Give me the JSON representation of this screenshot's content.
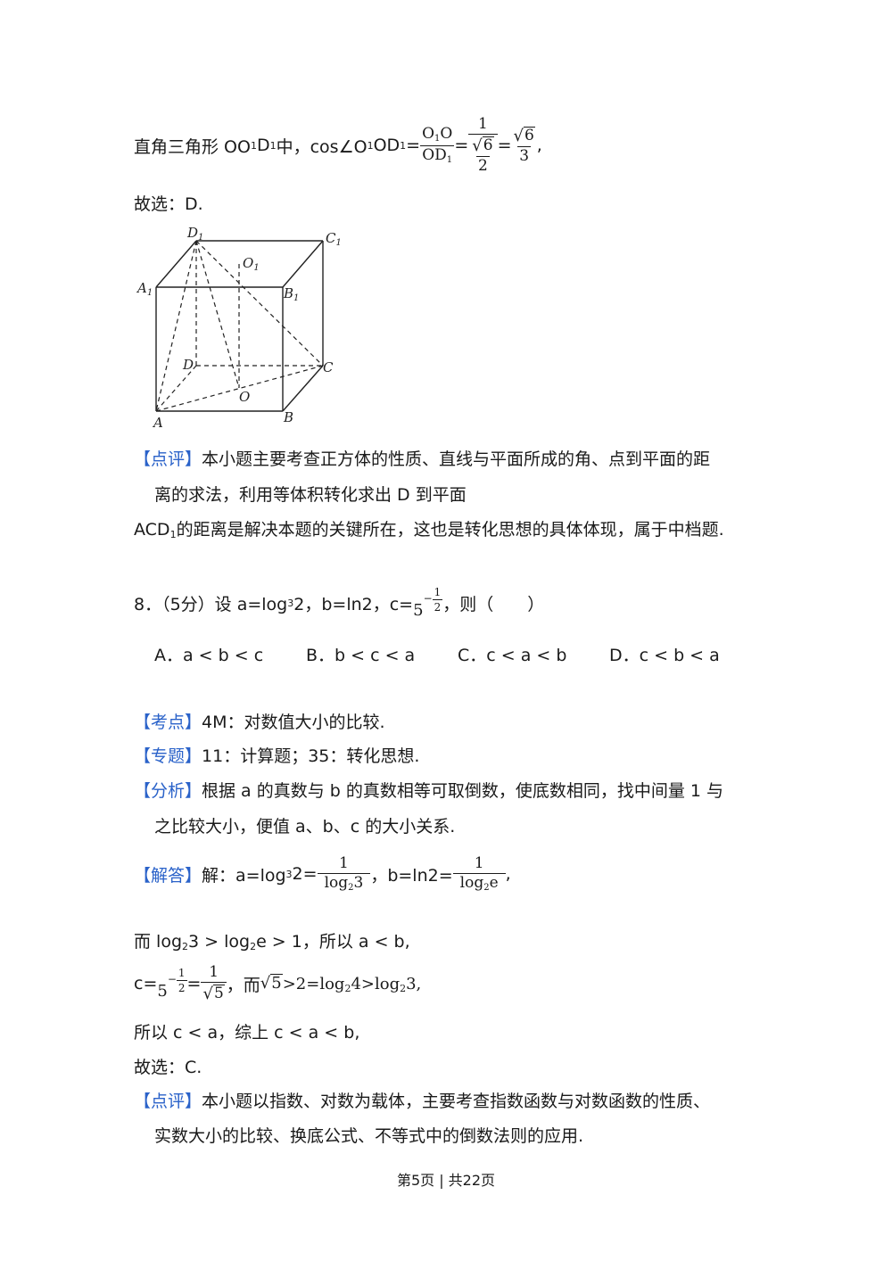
{
  "solution7": {
    "line1_prefix": "直角三角形 OO",
    "line1_sub1": "1",
    "line1_d": "D",
    "line1_sub2": "1",
    "line1_mid": " 中，cos∠O",
    "line1_sub3": "1",
    "line1_od": "OD",
    "line1_sub4": "1",
    "line1_eq": "=",
    "frac1_num": "O",
    "frac1_num_sub": "1",
    "frac1_num_tail": "O",
    "frac1_den": "OD",
    "frac1_den_sub": "1",
    "eq2": "=",
    "frac2_num": "1",
    "frac2_den_sqrt": "6",
    "frac2_den_den": "2",
    "eq3": "=",
    "frac3_num_sqrt": "6",
    "frac3_den": "3",
    "line1_end": ",",
    "choice": "故选：D."
  },
  "figure": {
    "labels": {
      "D1": "D",
      "C1": "C",
      "O1": "O",
      "A1": "A",
      "B1": "B",
      "D": "D",
      "C": "C",
      "O": "O",
      "A": "A",
      "B": "B",
      "sub1": "1"
    }
  },
  "review7": {
    "tag": "【点评】",
    "text1": "本小题主要考查正方体的性质、直线与平面所成的角、点到平面的距",
    "text2": "离的求法，利用等体积转化求出 D 到平面",
    "text3a": "ACD",
    "text3sub": "1",
    "text3b": "的距离是解决本题的关键所在，这也是转化思想的具体体现，属于中档题."
  },
  "q8": {
    "stem_a": "8．（5分）设 a=log",
    "stem_sub": "3",
    "stem_b": "2，b=ln2，c=",
    "c_base": "5",
    "c_exp_sign": "−",
    "c_exp_num": "1",
    "c_exp_den": "2",
    "stem_end": "，则（　　）",
    "options": [
      "A．a < b < c",
      "B．b < c < a",
      "C．c < a < b",
      "D．c < b < a"
    ]
  },
  "analysis8": {
    "kaodian_tag": "【考点】",
    "kaodian": "4M：对数值大小的比较.",
    "zhuanti_tag": "【专题】",
    "zhuanti": "11：计算题；35：转化思想.",
    "fenxi_tag": "【分析】",
    "fenxi1": "根据 a 的真数与 b 的真数相等可取倒数，使底数相同，找中间量 1 与",
    "fenxi2": "之比较大小，便值 a、b、c 的大小关系.",
    "jieda_tag": "【解答】",
    "jieda_a": "解：a=log",
    "jieda_sub": "3",
    "jieda_b": "2=",
    "fa_num": "1",
    "fa_den": "log",
    "fa_den_sub": "2",
    "fa_den_tail": "3",
    "jieda_c": "，b=ln2=",
    "fb_num": "1",
    "fb_den": "log",
    "fb_den_sub": "2",
    "fb_den_tail": "e",
    "jieda_end": ",",
    "line2a": "而 log",
    "line2sub1": "2",
    "line2b": "3 > log",
    "line2sub2": "2",
    "line2c": "e > 1，所以 a < b,",
    "line3a": "c=",
    "c_base": "5",
    "c_exp_sign": "−",
    "c_exp_num": "1",
    "c_exp_den": "2",
    "eq": "=",
    "f3_num": "1",
    "f3_den_sqrt": "5",
    "line3b": "，而",
    "sqrt5": "5",
    "line3c": ">2=log",
    "line3sub1": "2",
    "line3d": "4>log",
    "line3sub2": "2",
    "line3e": "3,",
    "line4": "所以 c < a，综上 c < a < b,",
    "line5": "故选：C.",
    "review_tag": "【点评】",
    "review1": "本小题以指数、对数为载体，主要考查指数函数与对数函数的性质、",
    "review2": "实数大小的比较、换底公式、不等式中的倒数法则的应用."
  },
  "footer": {
    "text": "第5页 | 共22页"
  }
}
